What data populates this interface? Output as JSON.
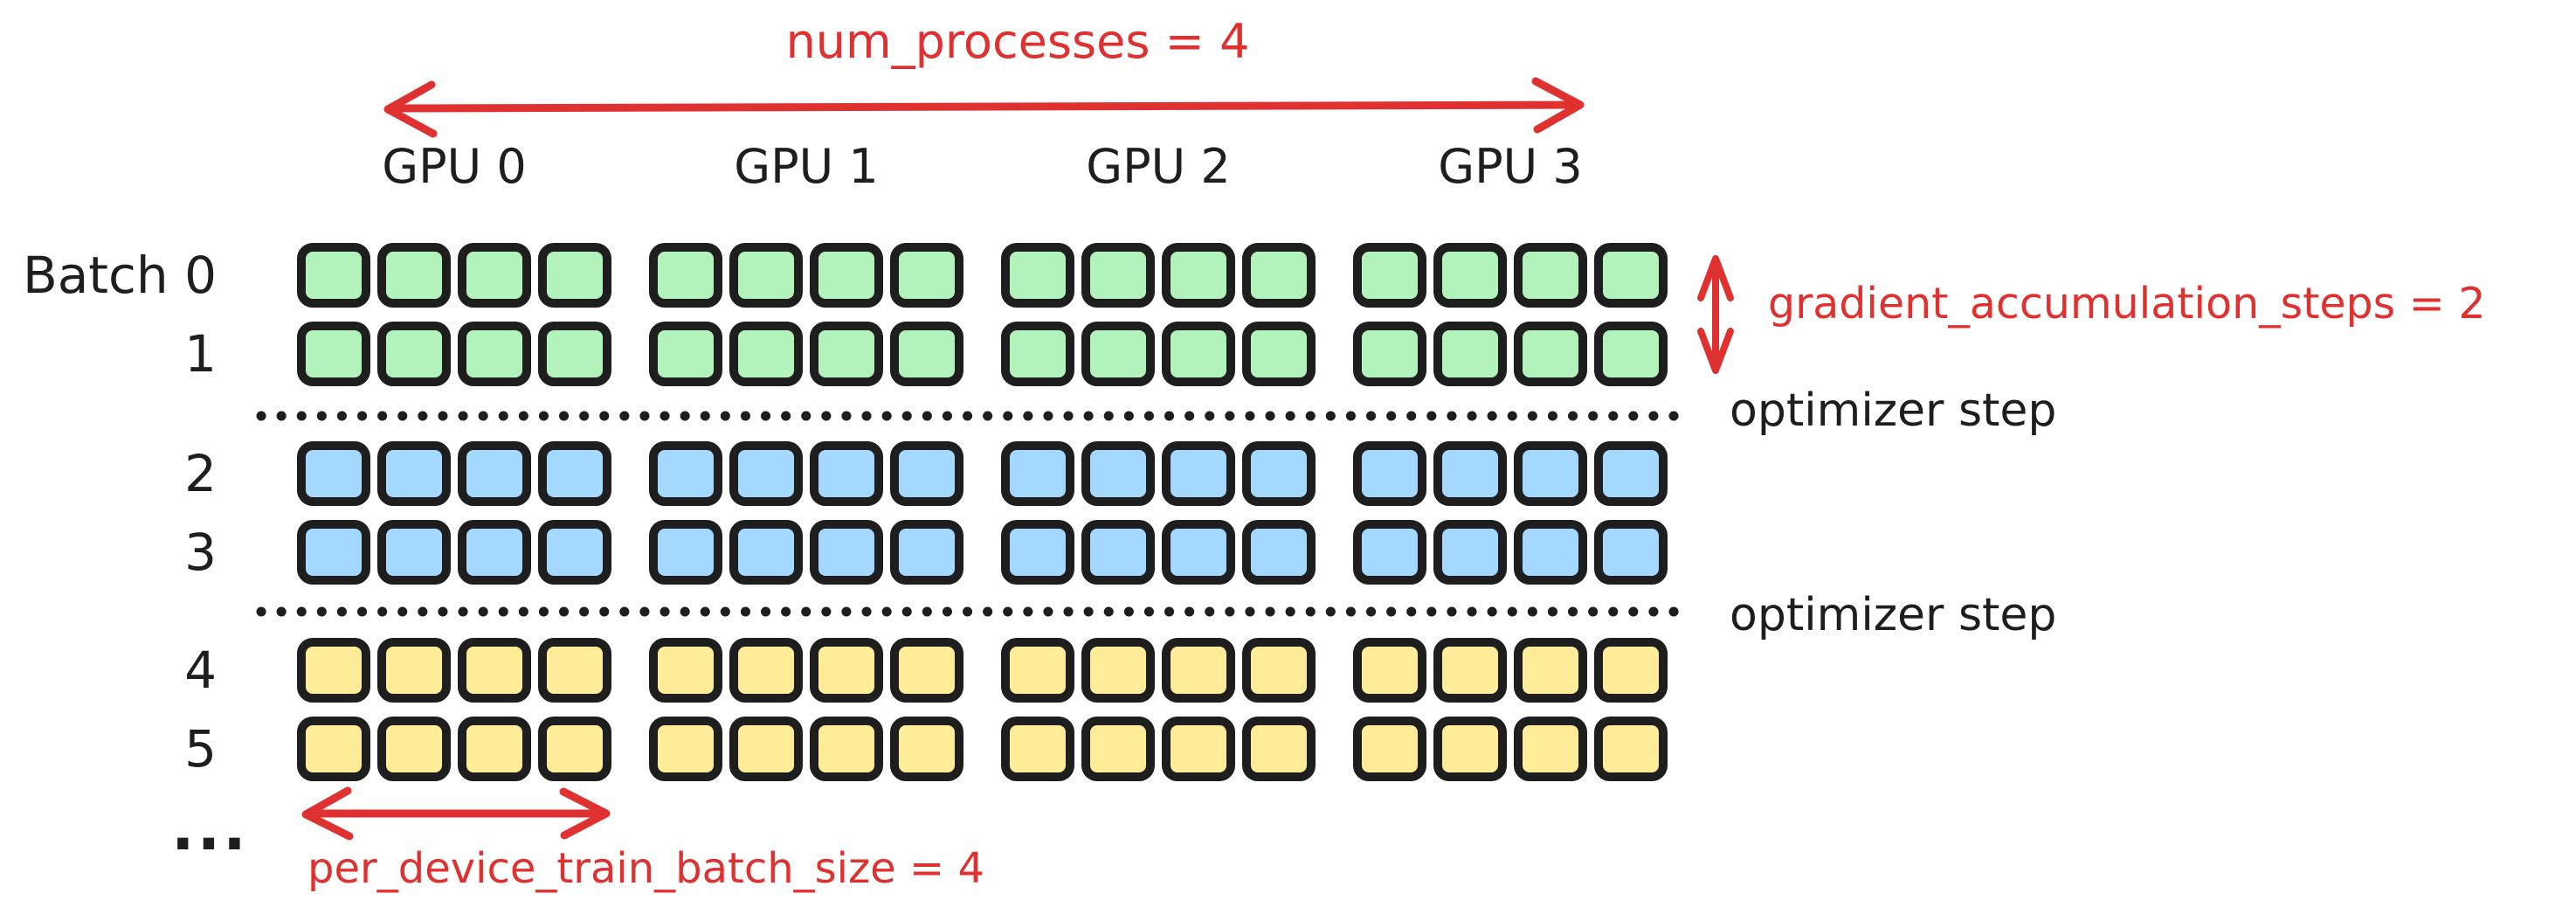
{
  "diagram": {
    "background": "#ffffff",
    "ink_color": "#1e1e1e",
    "accent_color": "#e03131",
    "annotations": {
      "num_processes": "num_processes = 4",
      "gradient_accumulation_steps": "gradient_accumulation_steps = 2",
      "per_device_train_batch_size": "per_device_train_batch_size = 4",
      "optimizer_step": "optimizer step",
      "ellipsis": "..."
    },
    "values": {
      "num_processes": 4,
      "gradient_accumulation_steps": 2,
      "per_device_train_batch_size": 4
    },
    "gpu_labels": [
      "GPU 0",
      "GPU 1",
      "GPU 2",
      "GPU 3"
    ],
    "batch_rows": [
      {
        "label": "Batch 0",
        "color": "#b2f2bb",
        "cells_per_gpu": 4
      },
      {
        "label": "1",
        "color": "#b2f2bb",
        "cells_per_gpu": 4
      },
      {
        "label": "2",
        "color": "#a5d8ff",
        "cells_per_gpu": 4
      },
      {
        "label": "3",
        "color": "#a5d8ff",
        "cells_per_gpu": 4
      },
      {
        "label": "4",
        "color": "#ffec99",
        "cells_per_gpu": 4
      },
      {
        "label": "5",
        "color": "#ffec99",
        "cells_per_gpu": 4
      }
    ]
  }
}
